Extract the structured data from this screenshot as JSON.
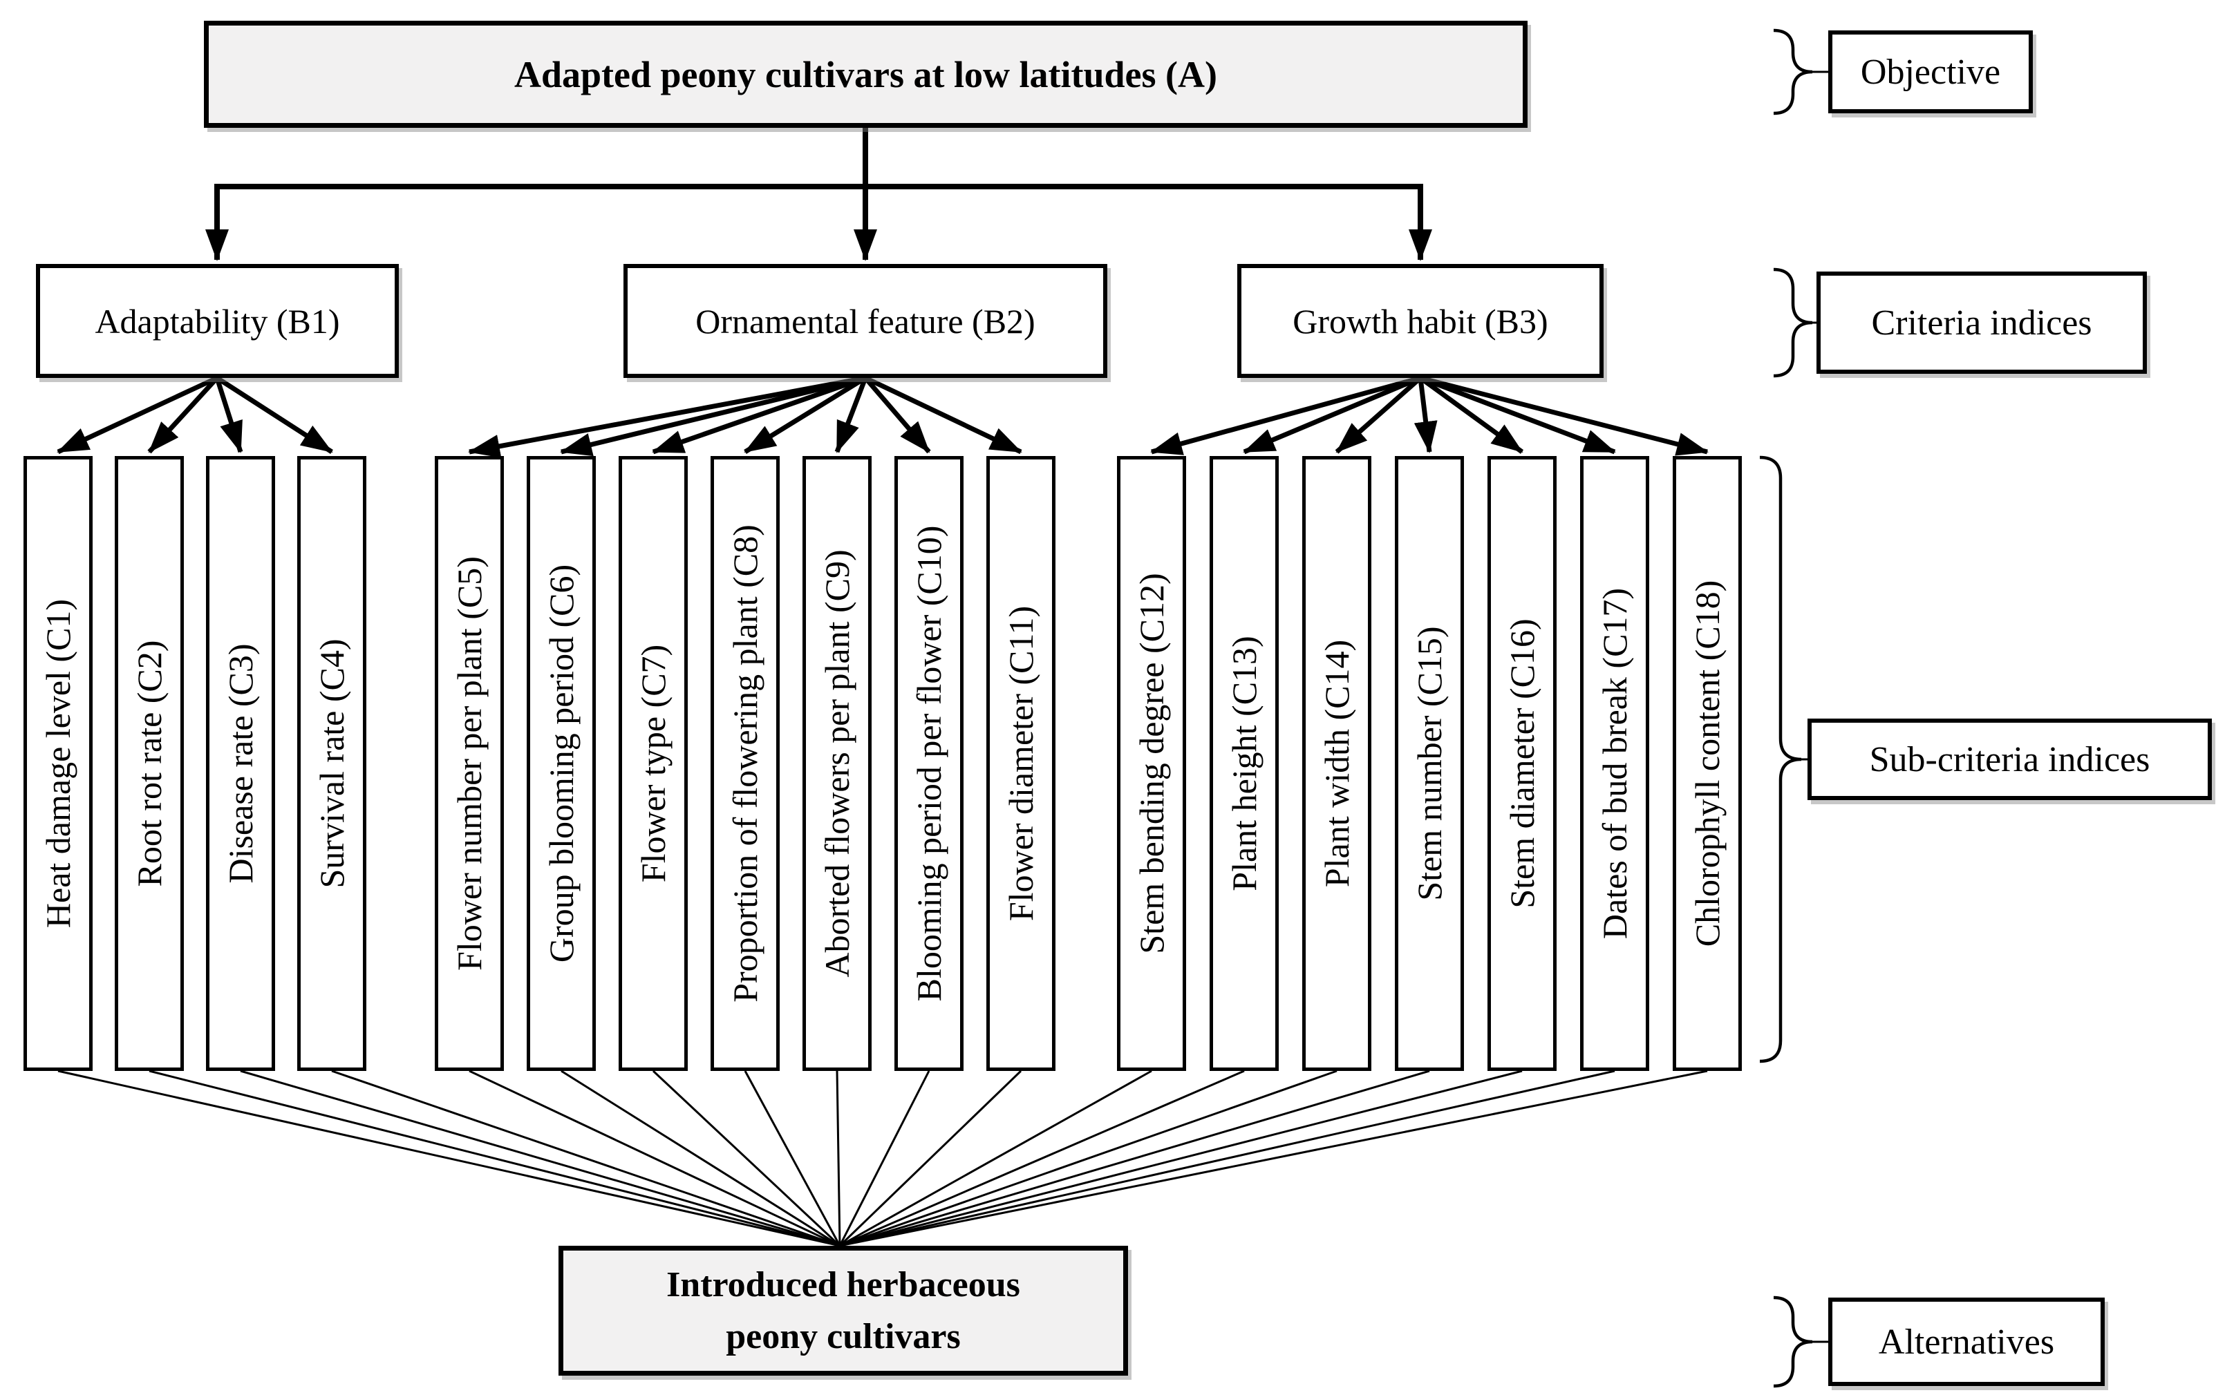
{
  "objective": {
    "label": "Adapted peony cultivars at low latitudes (A)"
  },
  "criteria": [
    {
      "label": "Adaptability (B1)"
    },
    {
      "label": "Ornamental feature (B2)"
    },
    {
      "label": "Growth habit (B3)"
    }
  ],
  "sub_criteria": [
    {
      "label": "Heat damage level (C1)",
      "group": 0
    },
    {
      "label": "Root rot rate (C2)",
      "group": 0
    },
    {
      "label": "Disease rate (C3)",
      "group": 0
    },
    {
      "label": "Survival rate (C4)",
      "group": 0
    },
    {
      "label": "Flower number per plant (C5)",
      "group": 1
    },
    {
      "label": "Group blooming period (C6)",
      "group": 1
    },
    {
      "label": "Flower type (C7)",
      "group": 1
    },
    {
      "label": "Proportion of flowering plant (C8)",
      "group": 1
    },
    {
      "label": "Aborted flowers per plant (C9)",
      "group": 1
    },
    {
      "label": "Blooming period per flower (C10)",
      "group": 1
    },
    {
      "label": "Flower diameter (C11)",
      "group": 1
    },
    {
      "label": "Stem bending degree (C12)",
      "group": 2
    },
    {
      "label": "Plant height (C13)",
      "group": 2
    },
    {
      "label": "Plant width (C14)",
      "group": 2
    },
    {
      "label": "Stem number (C15)",
      "group": 2
    },
    {
      "label": "Stem diameter (C16)",
      "group": 2
    },
    {
      "label": "Dates of bud break (C17)",
      "group": 2
    },
    {
      "label": "Chlorophyll content (C18)",
      "group": 2
    }
  ],
  "alternatives": {
    "line1": "Introduced herbaceous",
    "line2": "peony cultivars"
  },
  "legend": [
    {
      "label": "Objective"
    },
    {
      "label": "Criteria indices"
    },
    {
      "label": "Sub-criteria indices"
    },
    {
      "label": "Alternatives"
    }
  ],
  "colors": {
    "node_fill": "#f2f1f1",
    "plain_fill": "#ffffff",
    "line": "#000000"
  }
}
